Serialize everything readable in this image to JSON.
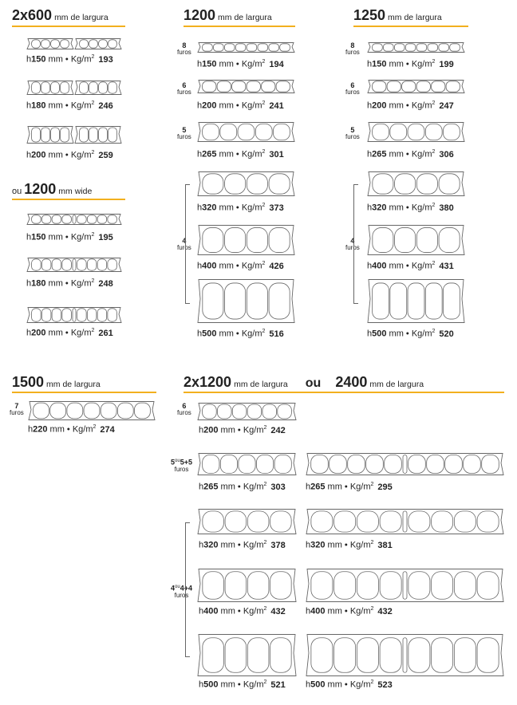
{
  "spec": {
    "h_prefix": "h",
    "unit": "mm",
    "sep": "•",
    "kg": "Kg/m",
    "sq": "2"
  },
  "furos_label": "furos",
  "ou_small": "ou",
  "accent_color": "#f2b01e",
  "s2x600": {
    "title": "2x600",
    "subtitle": "mm de largura",
    "items": [
      {
        "h": "150",
        "w": "193",
        "holes": 4,
        "panels": 2
      },
      {
        "h": "180",
        "w": "246",
        "holes": 4,
        "panels": 2
      },
      {
        "h": "200",
        "w": "259",
        "holes": 4,
        "panels": 2
      }
    ]
  },
  "s1200wide": {
    "prefix": "ou",
    "title": "1200",
    "subtitle": "mm wide",
    "items": [
      {
        "h": "150",
        "w": "195",
        "holes": 8,
        "key": true
      },
      {
        "h": "180",
        "w": "248",
        "holes": 8,
        "key": true
      },
      {
        "h": "200",
        "w": "261",
        "holes": 8,
        "key": true
      }
    ]
  },
  "s1200": {
    "title": "1200",
    "subtitle": "mm de largura",
    "hole_labels": [
      "8",
      "6",
      "5",
      "4"
    ],
    "items": [
      {
        "h": "150",
        "w": "194",
        "holes": 8
      },
      {
        "h": "200",
        "w": "241",
        "holes": 6
      },
      {
        "h": "265",
        "w": "301",
        "holes": 5
      },
      {
        "h": "320",
        "w": "373",
        "holes": 4
      },
      {
        "h": "400",
        "w": "426",
        "holes": 4
      },
      {
        "h": "500",
        "w": "516",
        "holes": 4
      }
    ]
  },
  "s1250": {
    "title": "1250",
    "subtitle": "mm de largura",
    "hole_labels": [
      "8",
      "6",
      "5",
      "4"
    ],
    "items": [
      {
        "h": "150",
        "w": "199",
        "holes": 8
      },
      {
        "h": "200",
        "w": "247",
        "holes": 6
      },
      {
        "h": "265",
        "w": "306",
        "holes": 5
      },
      {
        "h": "320",
        "w": "380",
        "holes": 4
      },
      {
        "h": "400",
        "w": "431",
        "holes": 4
      },
      {
        "h": "500",
        "w": "520",
        "holes": 5
      }
    ]
  },
  "s1500": {
    "title": "1500",
    "subtitle": "mm de largura",
    "hole_labels": [
      "7"
    ],
    "items": [
      {
        "h": "220",
        "w": "274",
        "holes": 7
      }
    ]
  },
  "s2400": {
    "title": "2x1200",
    "subtitle": "mm de largura",
    "or": "ou",
    "title2": "2400",
    "subtitle2": "mm de largura",
    "hole_labels": [
      {
        "a": "6"
      },
      {
        "a": "5",
        "b": "5+5"
      },
      {
        "a": "4",
        "b": "4+4"
      }
    ],
    "left": [
      {
        "h": "200",
        "w": "242",
        "holes": 6
      },
      {
        "h": "265",
        "w": "303",
        "holes": 5
      },
      {
        "h": "320",
        "w": "378",
        "holes": 4
      },
      {
        "h": "400",
        "w": "432",
        "holes": 4
      },
      {
        "h": "500",
        "w": "521",
        "holes": 4
      }
    ],
    "right": [
      {
        "h": "265",
        "w": "295",
        "holes": 10,
        "key": true
      },
      {
        "h": "320",
        "w": "381",
        "holes": 8,
        "key": true
      },
      {
        "h": "400",
        "w": "432",
        "holes": 8,
        "key": true
      },
      {
        "h": "500",
        "w": "523",
        "holes": 8,
        "key": true
      }
    ]
  }
}
